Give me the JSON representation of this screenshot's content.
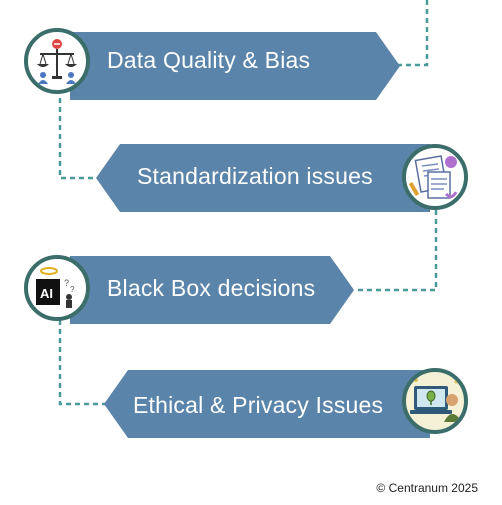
{
  "steps": [
    {
      "label": "Data Quality & Bias",
      "icon": "scales-bias-icon"
    },
    {
      "label": "Standardization issues",
      "icon": "documents-standards-icon"
    },
    {
      "label": "Black Box decisions",
      "icon": "ai-black-box-icon"
    },
    {
      "label": "Ethical & Privacy Issues",
      "icon": "privacy-laptop-icon"
    }
  ],
  "footer": {
    "copyright": "© Centranum 2025"
  },
  "colors": {
    "banner": "#5b84aa",
    "circle_border": "#3b6e6a",
    "connector": "#4a9a98"
  }
}
